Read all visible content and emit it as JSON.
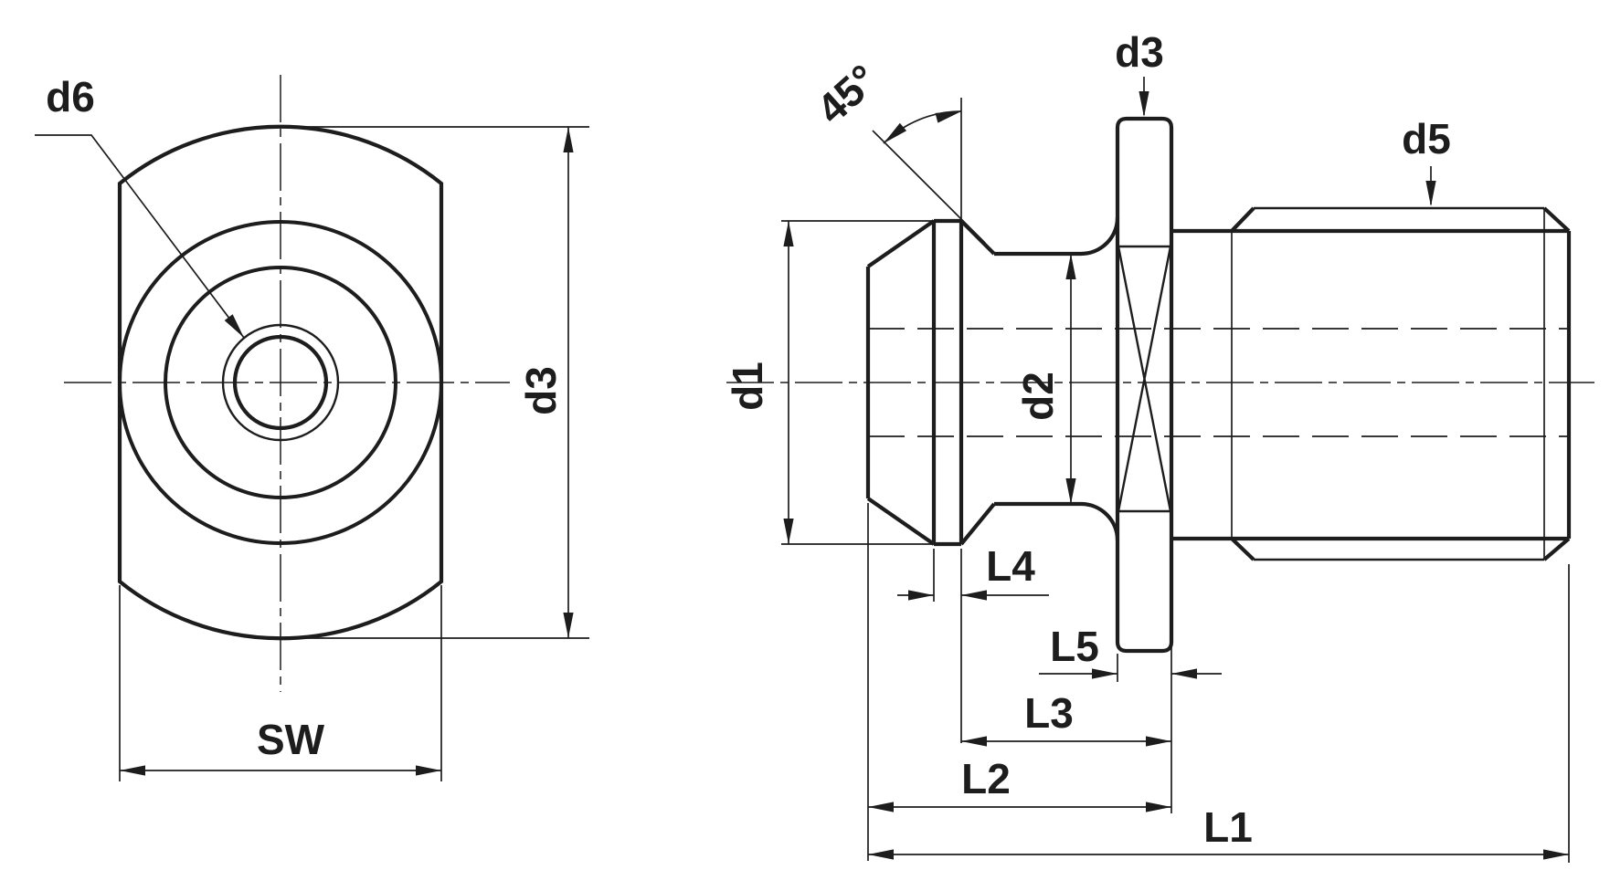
{
  "page": {
    "background": "#ffffff",
    "line_color": "#1d1d1d"
  },
  "front_view": {
    "labels": {
      "bore_diameter": "d6",
      "flange_diameter": "d3",
      "width_across_flats": "SW"
    }
  },
  "side_view": {
    "labels": {
      "taper_angle": "45°",
      "flange_diameter": "d3",
      "thread_diameter": "d5",
      "head_diameter": "d1",
      "neck_diameter": "d2",
      "head_band_length": "L4",
      "flange_thickness": "L5",
      "neck_length": "L3",
      "head_to_flange_length": "L2",
      "overall_length": "L1"
    }
  }
}
